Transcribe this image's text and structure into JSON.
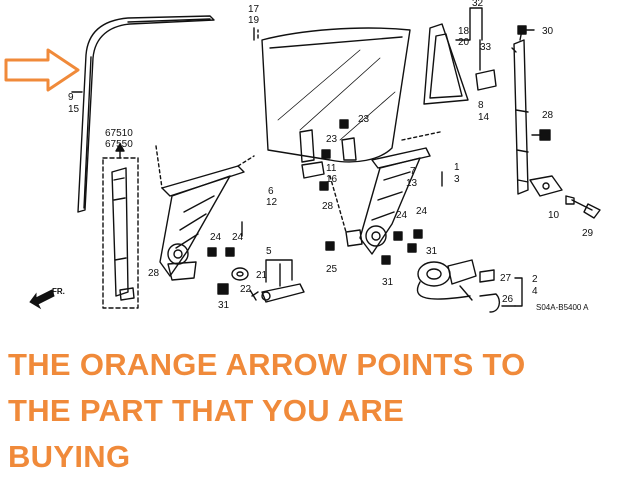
{
  "diagram": {
    "labels": {
      "l9": "9",
      "l15": "15",
      "l67510": "67510",
      "l67550": "67550",
      "l17": "17",
      "l19": "19",
      "l32": "32",
      "l18": "18",
      "l20": "20",
      "l33": "33",
      "l30": "30",
      "l8": "8",
      "l14": "14",
      "l28a": "28",
      "l23a": "23",
      "l23b": "23",
      "l11": "11",
      "l16": "16",
      "l28b": "28",
      "l1": "1",
      "l3": "3",
      "l7": "7",
      "l13": "13",
      "l6": "6",
      "l12": "12",
      "l24a": "24",
      "l24b": "24",
      "l24c": "24",
      "l24d": "24",
      "l25": "25",
      "l31a": "31",
      "l31b": "31",
      "l31c": "31",
      "l10": "10",
      "l29": "29",
      "l5": "5",
      "l21": "21",
      "l22": "22",
      "l28c": "28",
      "l2": "2",
      "l4": "4",
      "l27": "27",
      "l26": "26",
      "fr": "FR.",
      "code": "S04A-B5400 A"
    },
    "colors": {
      "arrow": "#f08a3a",
      "line": "#111111"
    }
  },
  "callout": {
    "line1": "THE ORANGE ARROW POINTS TO",
    "line2": "THE PART THAT YOU ARE",
    "line3": "BUYING",
    "color": "#f08a3a"
  }
}
